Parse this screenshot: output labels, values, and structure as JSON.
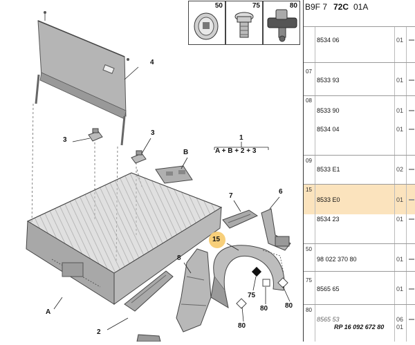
{
  "header": {
    "code_prefix": "B9F 7",
    "code_main": "72C",
    "code_suffix": "01A"
  },
  "thumbnails": [
    {
      "num": "50",
      "icon": "circular-plug-icon"
    },
    {
      "num": "75",
      "icon": "bolt-icon"
    },
    {
      "num": "80",
      "icon": "clip-fastener-icon"
    }
  ],
  "callouts": {
    "c1": "1",
    "formula": "A + B + 2 + 3",
    "c2": "2",
    "c3a": "3",
    "c3b": "3",
    "c4": "4",
    "c6": "6",
    "c7": "7",
    "c8": "8",
    "c15": "15",
    "cA": "A",
    "cB": "B",
    "c75": "75",
    "c80a": "80",
    "c80b": "80",
    "c80c": "80"
  },
  "parts": [
    {
      "ref": "",
      "rows": [
        {
          "num": "8534 06",
          "qty": "01"
        }
      ]
    },
    {
      "ref": "07",
      "rows": [
        {
          "num": "8533 93",
          "qty": "01"
        }
      ]
    },
    {
      "ref": "08",
      "rows": [
        {
          "num": "8533 90",
          "qty": "01"
        },
        {
          "num": "8534 04",
          "qty": "01"
        }
      ]
    },
    {
      "ref": "09",
      "rows": [
        {
          "num": "8533 E1",
          "qty": "02"
        }
      ]
    },
    {
      "ref": "15",
      "rows": [
        {
          "num": "8533 E0",
          "qty": "01"
        },
        {
          "num": "8534 23",
          "qty": "01"
        }
      ]
    },
    {
      "ref": "50",
      "rows": [
        {
          "num": "98 022 370 80",
          "qty": "01"
        }
      ]
    },
    {
      "ref": "75",
      "rows": [
        {
          "num": "8565 65",
          "qty": "01"
        }
      ]
    },
    {
      "ref": "80",
      "rows": [
        {
          "num": "8565 53",
          "qty": "06"
        },
        {
          "num": "RP 16 092 672 80",
          "qty": "01"
        }
      ]
    }
  ],
  "colors": {
    "highlight_row": "#fbe3bd",
    "callout_circle": "#f7cf7a"
  }
}
